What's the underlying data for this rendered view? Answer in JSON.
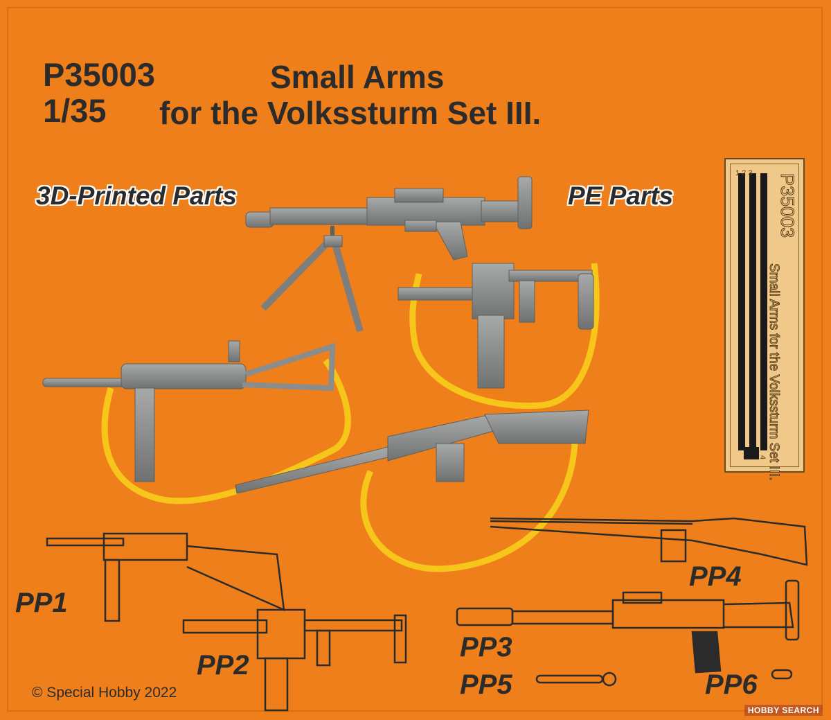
{
  "header": {
    "code": "P35003",
    "scale": "1/35",
    "title_line1": "Small  Arms",
    "title_line2": "for the Volkssturm Set III."
  },
  "labels": {
    "printed": "3D-Printed Parts",
    "pe": "PE Parts"
  },
  "parts": [
    "PP1",
    "PP2",
    "PP3",
    "PP4",
    "PP5",
    "PP6"
  ],
  "fret": {
    "code": "P35003",
    "name": "Small Arms for the Volkssturm Set III.",
    "numbers": "1 2 3",
    "number4": "4"
  },
  "copyright": "© Special Hobby 2022",
  "watermark": "HOBBY SEARCH",
  "colors": {
    "background": "#ef7f1a",
    "gun": "#8a8d8c",
    "sling": "#f7c61b",
    "outline": "#2b2b2b",
    "fret": "#f0c98a"
  }
}
